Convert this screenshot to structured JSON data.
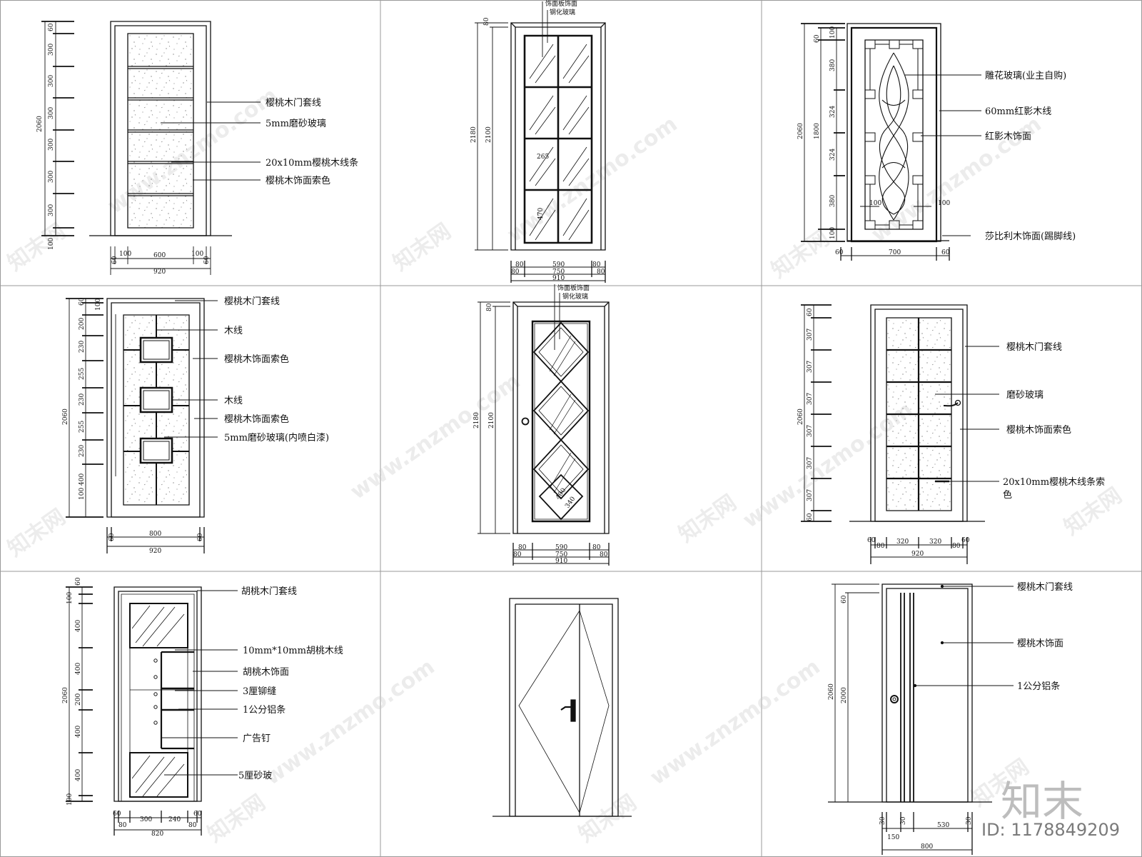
{
  "watermark": {
    "site": "www.znzmo.com",
    "brand_cn": "知末网",
    "logo_text": "知末",
    "id_text": "ID: 1178849209"
  },
  "panels": [
    {
      "id": "p1",
      "labels": [
        "樱桃木门套线",
        "5mm磨砂玻璃",
        "20x10mm樱桃木线条",
        "樱桃木饰面索色"
      ],
      "v_dims": [
        "2060",
        "60",
        "300",
        "300",
        "300",
        "300",
        "300",
        "300",
        "100"
      ],
      "h_dims": [
        "60",
        "100",
        "600",
        "100",
        "60",
        "920"
      ]
    },
    {
      "id": "p2",
      "labels": [
        "饰面板饰面",
        "钢化玻璃"
      ],
      "v_dims": [
        "80",
        "2180",
        "2100"
      ],
      "h_dims": [
        "80",
        "590",
        "80",
        "80",
        "750",
        "80",
        "910"
      ],
      "inner_dims": [
        "265",
        "470"
      ]
    },
    {
      "id": "p3",
      "labels": [
        "雕花玻璃(业主自购)",
        "60mm红影木线",
        "红影木饰面",
        "莎比利木饰面(踢脚线)"
      ],
      "v_dims": [
        "2060",
        "1800",
        "60",
        "100",
        "380",
        "324",
        "324",
        "380",
        "100"
      ],
      "h_dims": [
        "60",
        "700",
        "60",
        "100",
        "100"
      ]
    },
    {
      "id": "p4",
      "labels": [
        "樱桃木门套线",
        "木线",
        "樱桃木饰面索色",
        "木线",
        "樱桃木饰面索色",
        "5mm磨砂玻璃(内喷白漆)"
      ],
      "v_dims": [
        "2060",
        "60",
        "100",
        "200",
        "230",
        "255",
        "230",
        "255",
        "230",
        "100",
        "400"
      ],
      "h_dims": [
        "60",
        "800",
        "60",
        "920"
      ]
    },
    {
      "id": "p5",
      "labels": [
        "饰面板饰面",
        "钢化玻璃"
      ],
      "v_dims": [
        "80",
        "2180",
        "2100"
      ],
      "h_dims": [
        "80",
        "590",
        "80",
        "80",
        "750",
        "80",
        "910"
      ],
      "inner_dims": [
        "400",
        "340"
      ]
    },
    {
      "id": "p6",
      "labels": [
        "樱桃木门套线",
        "磨砂玻璃",
        "樱桃木饰面索色",
        "20x10mm樱桃木线条索",
        "色"
      ],
      "v_dims": [
        "2060",
        "60",
        "307",
        "307",
        "307",
        "307",
        "307",
        "307",
        "60"
      ],
      "h_dims": [
        "60",
        "80",
        "320",
        "320",
        "80",
        "60",
        "920"
      ]
    },
    {
      "id": "p7",
      "labels": [
        "胡桃木门套线",
        "10mm*10mm胡桃木线",
        "胡桃木饰面",
        "3厘铆缝",
        "1公分铝条",
        "广告钉",
        "5厘砂玻"
      ],
      "v_dims": [
        "2060",
        "60",
        "100",
        "400",
        "400",
        "200",
        "400",
        "400",
        "100"
      ],
      "h_dims": [
        "60",
        "80",
        "300",
        "240",
        "80",
        "60",
        "820"
      ]
    },
    {
      "id": "p8",
      "labels": []
    },
    {
      "id": "p9",
      "labels": [
        "樱桃木门套线",
        "樱桃木饰面",
        "1公分铝条"
      ],
      "v_dims": [
        "2060",
        "2000",
        "60"
      ],
      "h_dims": [
        "30",
        "30",
        "150",
        "530",
        "30",
        "800"
      ]
    }
  ]
}
